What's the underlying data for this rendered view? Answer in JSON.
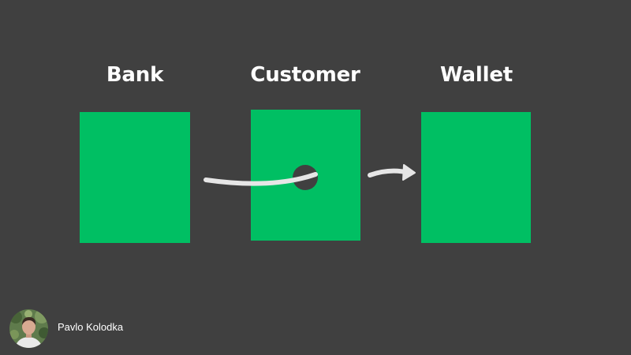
{
  "diagram": {
    "nodes": [
      {
        "id": "bank",
        "label": "Bank"
      },
      {
        "id": "customer",
        "label": "Customer"
      },
      {
        "id": "wallet",
        "label": "Wallet"
      }
    ],
    "edges": [
      {
        "from": "bank",
        "to": "customer",
        "style": "curved line into hole"
      },
      {
        "from": "customer",
        "to": "wallet",
        "style": "curved arrow"
      }
    ]
  },
  "footer": {
    "author_name": "Pavlo Kolodka",
    "avatar_icon": "avatar-photo"
  },
  "colors": {
    "background": "#404040",
    "box": "#00bf63",
    "connector": "#e6e6e6",
    "label": "#ffffff"
  }
}
